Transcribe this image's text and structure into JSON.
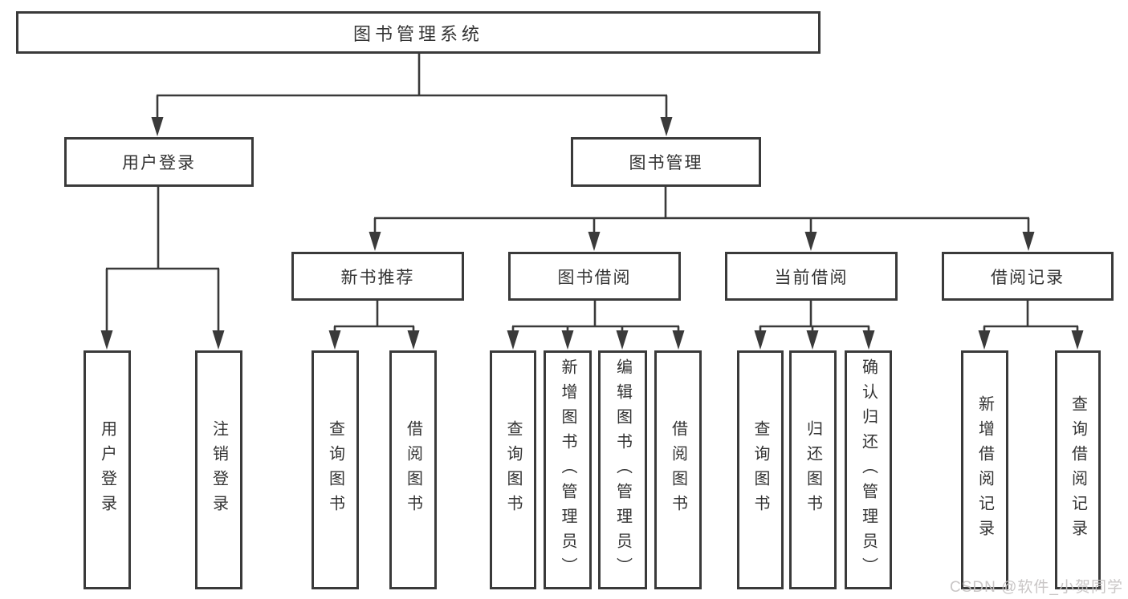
{
  "colors": {
    "line": "#3a3a3a",
    "box_border": "#3a3a3a",
    "text": "#333333",
    "background": "#ffffff",
    "watermark": "#c6c3c3"
  },
  "diagram": {
    "root": {
      "label": "图书管理系统"
    },
    "level2": [
      {
        "label": "用户登录"
      },
      {
        "label": "图书管理"
      }
    ],
    "level3": [
      {
        "label": "新书推荐",
        "parent": "图书管理"
      },
      {
        "label": "图书借阅",
        "parent": "图书管理"
      },
      {
        "label": "当前借阅",
        "parent": "图书管理"
      },
      {
        "label": "借阅记录",
        "parent": "图书管理"
      }
    ],
    "leaves": [
      {
        "label": "用户登录",
        "parent": "用户登录"
      },
      {
        "label": "注销登录",
        "parent": "用户登录"
      },
      {
        "label": "查询图书",
        "parent": "新书推荐"
      },
      {
        "label": "借阅图书",
        "parent": "新书推荐"
      },
      {
        "label": "查询图书",
        "parent": "图书借阅"
      },
      {
        "label": "新增图书（管理员）",
        "parent": "图书借阅"
      },
      {
        "label": "编辑图书（管理员）",
        "parent": "图书借阅"
      },
      {
        "label": "借阅图书",
        "parent": "图书借阅"
      },
      {
        "label": "查询图书",
        "parent": "当前借阅"
      },
      {
        "label": "归还图书",
        "parent": "当前借阅"
      },
      {
        "label": "确认归还（管理员）",
        "parent": "当前借阅"
      },
      {
        "label": "新增借阅记录",
        "parent": "借阅记录"
      },
      {
        "label": "查询借阅记录",
        "parent": "借阅记录"
      }
    ]
  },
  "watermark": {
    "text": "CSDN @软件_小贺同学"
  }
}
